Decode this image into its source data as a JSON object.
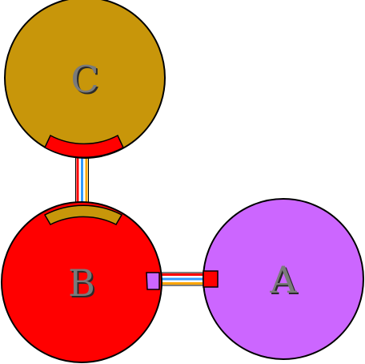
{
  "nodes": {
    "c": {
      "label": "C",
      "color": "#c8960a"
    },
    "b": {
      "label": "B",
      "color": "#ff0000"
    },
    "a": {
      "label": "A",
      "color": "#cc66ff"
    }
  },
  "colors": {
    "outline": "#000000",
    "label_text": "#7a7a7a",
    "wire_red": "#ff0000",
    "wire_white": "#ffffff",
    "wire_blue": "#3399ff",
    "wire_orange": "#ffa500"
  },
  "connections": [
    {
      "from": "C",
      "to": "B"
    },
    {
      "from": "B",
      "to": "A"
    }
  ]
}
